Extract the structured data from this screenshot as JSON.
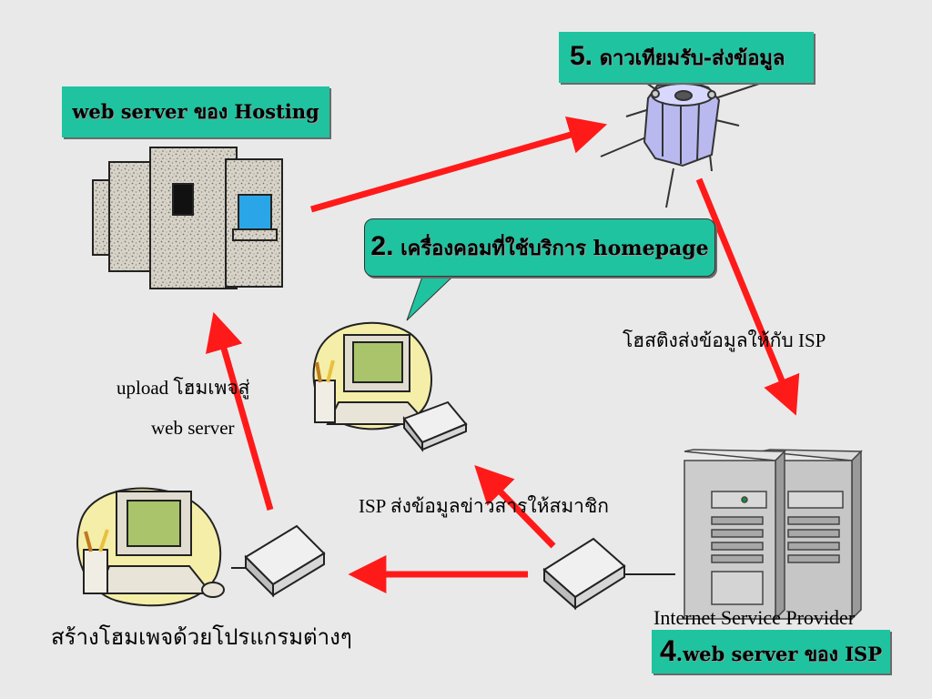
{
  "title_box": {
    "text": "web server ของ Hosting"
  },
  "satellite_box": {
    "number": "5.",
    "text": " ดาวเทียมรับ-ส่งข้อมูล"
  },
  "callout_box": {
    "number": "2.",
    "text": " เครื่องคอมที่ใช้บริการ homepage"
  },
  "isp_box": {
    "number": "4",
    "text": ".web server ของ ISP"
  },
  "labels": {
    "hosting_to_isp": "โฮสติงส่งข้อมูลให้กับ ISP",
    "upload_line1": "upload โฮมเพจสู่",
    "upload_line2": "web server",
    "isp_to_member": "ISP ส่งข้อมูลข่าวสารให้สมาชิก",
    "isp_name": "Internet Service Provider",
    "create_homepage": "สร้างโฮมเพจด้วยโปรแกรมต่างๆ"
  },
  "colors": {
    "background": "#e9e9e9",
    "box_fill": "#1fc3a0",
    "arrow": "#ff1a1a"
  }
}
